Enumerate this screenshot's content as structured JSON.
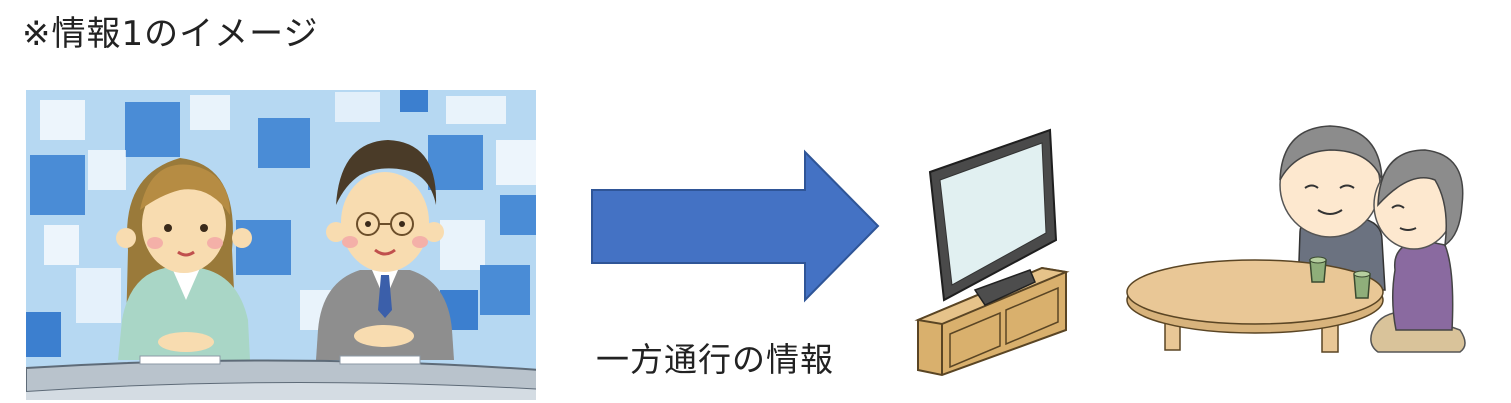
{
  "heading": "※情報1のイメージ",
  "caption": "一方通行の情報",
  "colors": {
    "arrow": "#4472c4",
    "studio_sky": "#a8d0ef",
    "studio_square": "#4a8cd6",
    "tv_screen": "#e1f0f1",
    "tv_stand": "#d9b06d",
    "table_top": "#e9c796",
    "person_purple": "#8a6aa0",
    "hair_gray": "#8c8c8c"
  },
  "icons": {
    "newsroom": "news-anchors-illustration",
    "arrow": "right-arrow-icon",
    "television": "television-icon",
    "viewers": "elderly-couple-illustration"
  }
}
